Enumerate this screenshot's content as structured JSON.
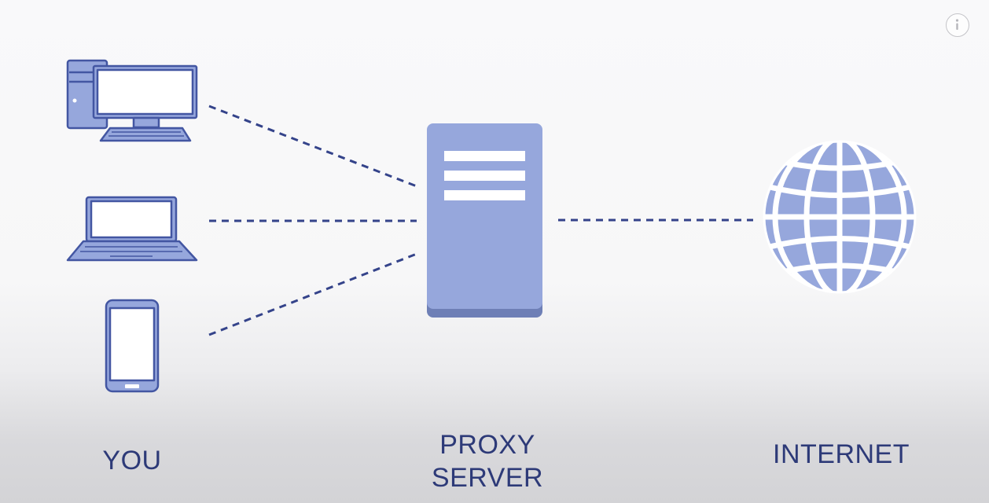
{
  "colors": {
    "device_fill": "#96a7dc",
    "device_stroke": "#4356a2",
    "device_screen": "#ffffff",
    "connector": "#34438a",
    "label_text": "#2d3a78"
  },
  "icons": {
    "desktop": "desktop-computer-icon",
    "laptop": "laptop-icon",
    "phone": "smartphone-icon",
    "server": "server-icon",
    "globe": "globe-icon",
    "info": "info-icon"
  },
  "labels": {
    "you": "YOU",
    "proxy_line1": "PROXY",
    "proxy_line2": "SERVER",
    "internet": "INTERNET"
  }
}
